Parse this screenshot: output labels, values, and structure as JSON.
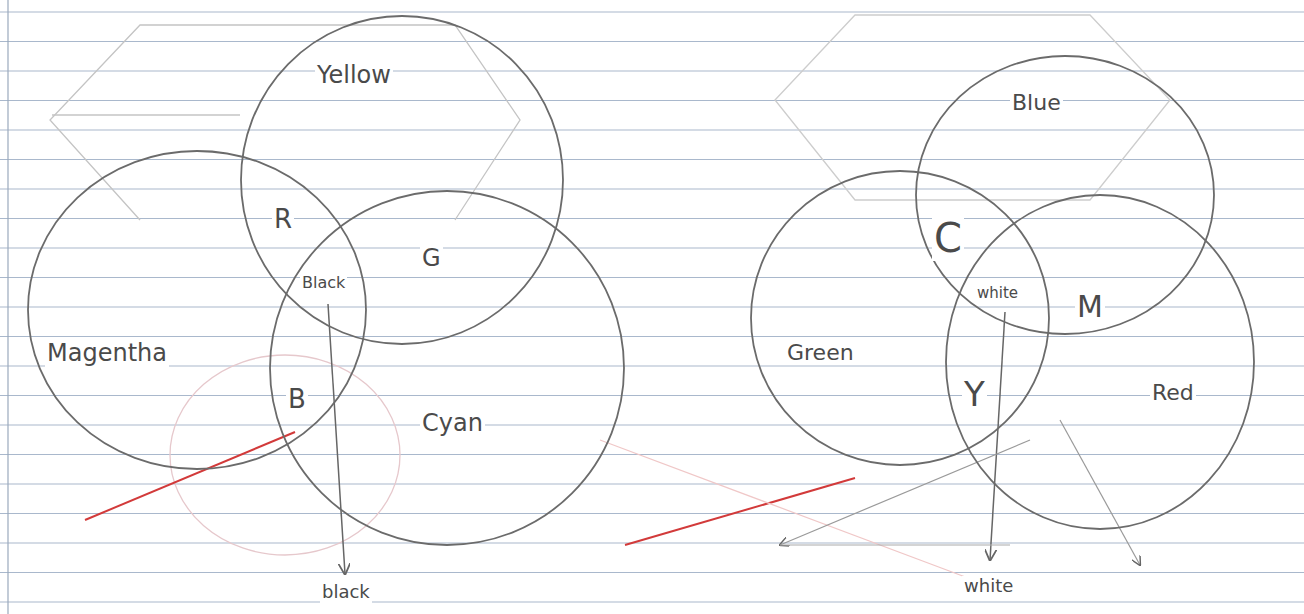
{
  "diagram": {
    "nodes": [
      {
        "text": [
          "Yellow"
        ]
      },
      {
        "text": [
          "Magentha"
        ]
      },
      {
        "text": [
          "Cyan"
        ]
      },
      {
        "text": [
          "Blue"
        ]
      },
      {
        "text": [
          "Green"
        ]
      },
      {
        "text": [
          "Red"
        ]
      }
    ],
    "labels": [
      "R",
      "G",
      "Black",
      "B",
      "black",
      "C",
      "white",
      "M",
      "Y",
      "white"
    ]
  }
}
